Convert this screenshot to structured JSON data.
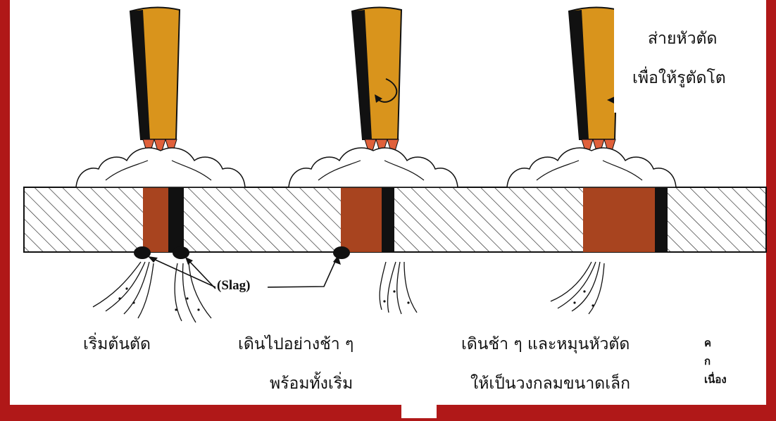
{
  "annotations": {
    "top_right_line1": "ส่ายหัวตัด",
    "top_right_line2": "เพื่อให้รูตัดโต",
    "slag": "(Slag)"
  },
  "captions": {
    "stage1": "เริ่มต้นตัด",
    "stage2_line1": "เดินไปอย่างช้า ๆ",
    "stage2_line2": "พร้อมทั้งเริ่ม",
    "stage3_line1": "เดินช้า ๆ และหมุนหัวตัด",
    "stage3_line2": "ให้เป็นวงกลมขนาดเล็ก"
  },
  "edge_fragments": {
    "f1": "ค",
    "f2": "ก",
    "f3": "เนื่อง"
  },
  "colors": {
    "background_banner": "#b01818",
    "panel": "#ffffff",
    "torch": "#d9941c",
    "torch_shadow": "#111111",
    "flame": "#e0603a",
    "kerf": "#a8441f",
    "slag": "#111111"
  }
}
